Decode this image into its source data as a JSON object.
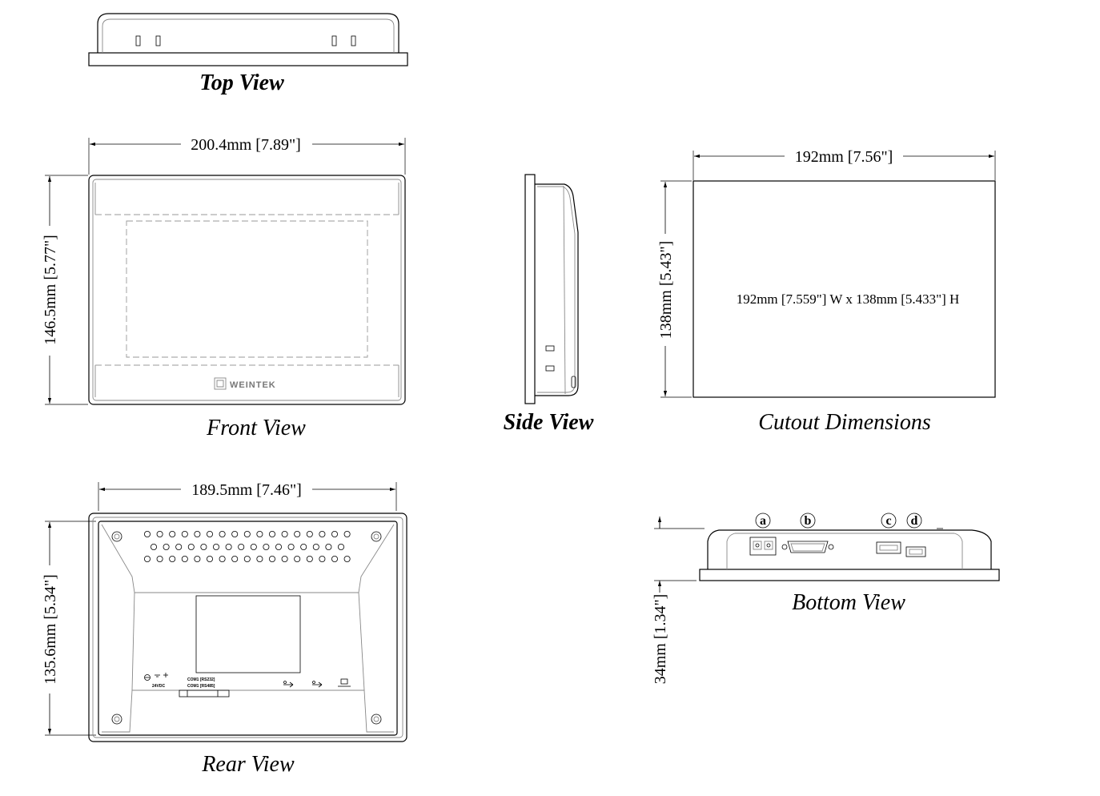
{
  "views": {
    "top": {
      "title": "Top View"
    },
    "front": {
      "title": "Front View",
      "width_label": "200.4mm [7.89\"]",
      "height_label": "146.5mm [5.77\"]",
      "logo_text": "WEINTEK"
    },
    "side": {
      "title": "Side View"
    },
    "cutout": {
      "title": "Cutout Dimensions",
      "width_label": "192mm [7.56\"]",
      "height_label": "138mm [5.43\"]",
      "center_text": "192mm [7.559\"]  W x 138mm [5.433\"] H"
    },
    "rear": {
      "title": "Rear View",
      "width_label": "189.5mm [7.46\"]",
      "height_label": "135.6mm [5.34\"]",
      "power_label_1": "24VDC",
      "com_label_1": "COM1 [RS232]",
      "com_label_2": "COM1 [RS485]"
    },
    "bottom": {
      "title": "Bottom View",
      "depth_label": "34mm [1.34\"]",
      "callouts": [
        "a",
        "b",
        "c",
        "d"
      ]
    }
  }
}
